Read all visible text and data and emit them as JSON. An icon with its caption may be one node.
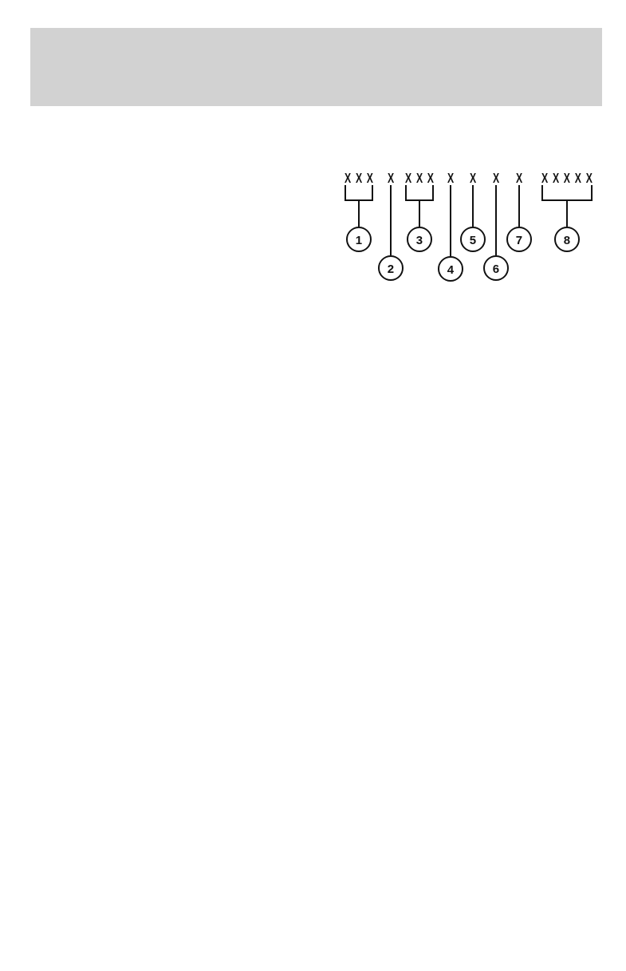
{
  "diagram": {
    "nodes": [
      {
        "text": [
          "XXX"
        ]
      },
      {
        "text": [
          "X"
        ]
      },
      {
        "text": [
          "XXX"
        ]
      },
      {
        "text": [
          "X"
        ]
      },
      {
        "text": [
          "X"
        ]
      },
      {
        "text": [
          "X"
        ]
      },
      {
        "text": [
          "X"
        ]
      },
      {
        "text": [
          "XXXXX"
        ]
      },
      {
        "text": [
          "1"
        ]
      },
      {
        "text": [
          "2"
        ]
      },
      {
        "text": [
          "3"
        ]
      },
      {
        "text": [
          "4"
        ]
      },
      {
        "text": [
          "5"
        ]
      },
      {
        "text": [
          "6"
        ]
      },
      {
        "text": [
          "7"
        ]
      },
      {
        "text": [
          "8"
        ]
      }
    ],
    "edges": [
      {
        "from": 0,
        "to": 8,
        "arrow": "none"
      },
      {
        "from": 1,
        "to": 9,
        "arrow": "none"
      },
      {
        "from": 2,
        "to": 10,
        "arrow": "none"
      },
      {
        "from": 3,
        "to": 11,
        "arrow": "none"
      },
      {
        "from": 4,
        "to": 12,
        "arrow": "none"
      },
      {
        "from": 5,
        "to": 13,
        "arrow": "none"
      },
      {
        "from": 6,
        "to": 14,
        "arrow": "none"
      },
      {
        "from": 7,
        "to": 15,
        "arrow": "none"
      }
    ]
  }
}
